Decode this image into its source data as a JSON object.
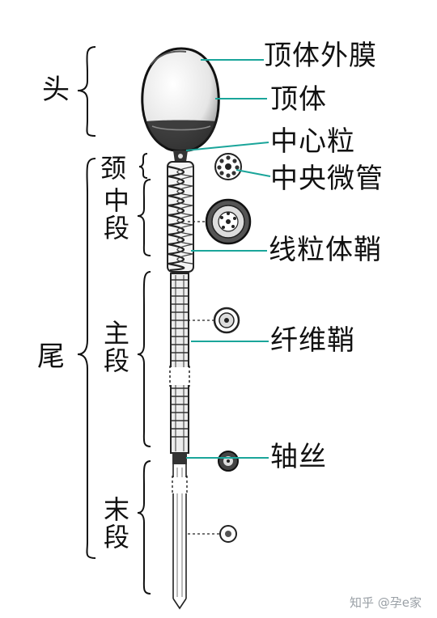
{
  "labels": {
    "head": "头",
    "tail": "尾",
    "neck": "颈",
    "middle_piece_1": "中",
    "middle_piece_2": "段",
    "principal_piece_1": "主",
    "principal_piece_2": "段",
    "end_piece_1": "末",
    "end_piece_2": "段",
    "acrosomal_membrane": "顶体外膜",
    "acrosome": "顶体",
    "centriole": "中心粒",
    "central_microtubule": "中央微管",
    "mitochondrial_sheath": "线粒体鞘",
    "fibrous_sheath": "纤维鞘",
    "axoneme": "轴丝"
  },
  "watermark": "知乎 @孕e家",
  "colors": {
    "leader_line": "#1aa59a",
    "ink": "#111111"
  }
}
